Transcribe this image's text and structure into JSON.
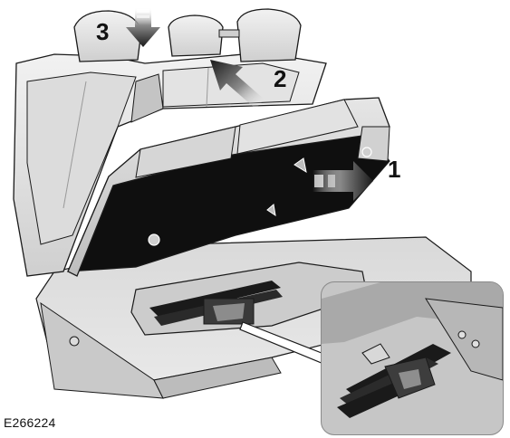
{
  "figure": {
    "id": "E266224"
  },
  "callouts": {
    "step_1": "1",
    "step_2": "2",
    "step_3": "3"
  },
  "icons": {
    "main": "rear-seat-cushion-lift-illustration",
    "inset": "seat-latch-mechanism-detail"
  },
  "colors": {
    "line": "#1a1a1a",
    "seat_light": "#ececec",
    "seat_mid": "#d4d4d4",
    "seat_dark": "#b8b8b8",
    "cushion_underside": "#0f0f0f"
  }
}
